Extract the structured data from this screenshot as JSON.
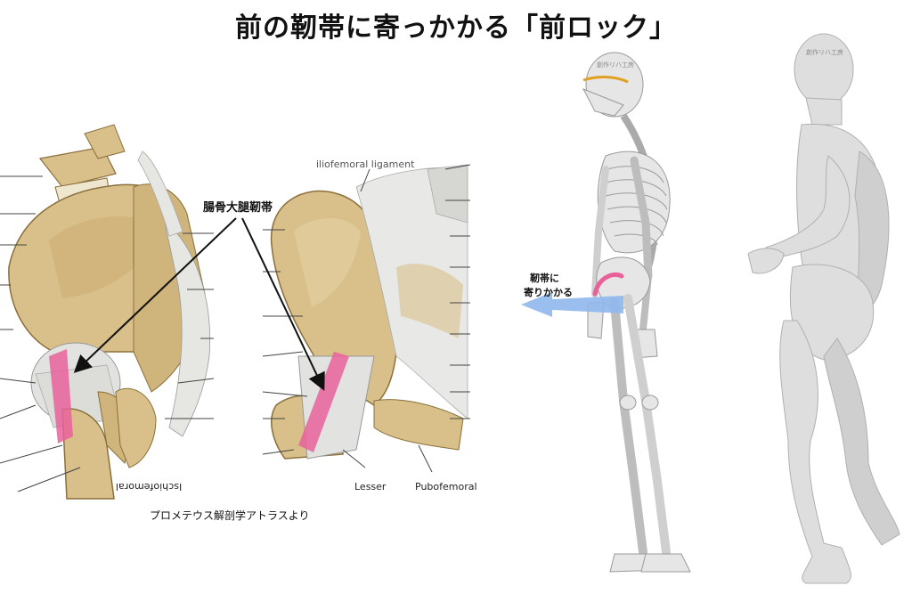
{
  "title": "前の靭帯に寄っかかる「前ロック」",
  "left_panel": {
    "ligament_label": "腸骨大腿靭帯",
    "ischio_label": "Ischiofemoral",
    "lesser_label": "Lesser",
    "pubo_label": "Pubofemoral",
    "top_label": "iliofemoral ligament",
    "source": "プロメテウス解剖学アトラスより"
  },
  "right_panel": {
    "lean_label_line1": "靭帯に",
    "lean_label_line2": "寄りかかる",
    "watermark1": "創作リハ工房",
    "watermark2": "創作リハ工房"
  },
  "colors": {
    "bone": "#d9c08a",
    "ligament": "#e2e2e0",
    "highlight": "#e8619a",
    "arrow_blue": "#8fb8ec",
    "skeleton": "#e6e6e6",
    "body": "#dedede"
  }
}
